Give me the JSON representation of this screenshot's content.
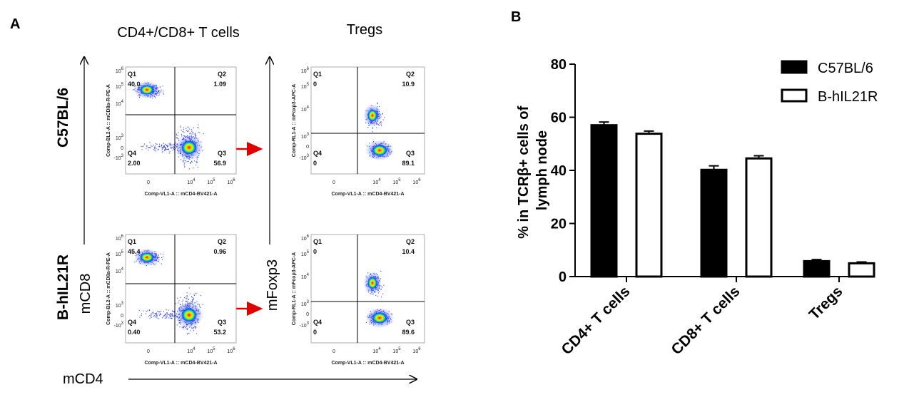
{
  "panel_a": {
    "label": "A",
    "col_titles": [
      "CD4+/CD8+ T cells",
      "Tregs"
    ],
    "row_labels": [
      "C57BL/6",
      "B-hIL21R"
    ],
    "y_axis_left": "mCD8",
    "y_axis_right": "mFoxp3",
    "x_axis": "mCD4",
    "plots": [
      {
        "ylabel": "Comp-BL2-A :: mCD8a-R-PE-A",
        "xlabel": "Comp-VL1-A :: mCD4-BV421-A",
        "quadrants": {
          "Q1": "40.0",
          "Q2": "1.09",
          "Q3": "56.9",
          "Q4": "2.00"
        }
      },
      {
        "ylabel": "Comp-RL1-A :: mFoxp3-APC-A",
        "xlabel": "Comp-VL1-A :: mCD4-BV421-A",
        "quadrants": {
          "Q1": "0",
          "Q2": "10.9",
          "Q3": "89.1",
          "Q4": "0"
        }
      },
      {
        "ylabel": "Comp-BL2-A :: mCD8a-R-PE-A",
        "xlabel": "Comp-VL1-A :: mCD4-BV421-A",
        "quadrants": {
          "Q1": "45.4",
          "Q2": "0.96",
          "Q3": "53.2",
          "Q4": "0.40"
        }
      },
      {
        "ylabel": "Comp-RL1-A :: mFoxp3-APC-A",
        "xlabel": "Comp-VL1-A :: mCD4-BV421-A",
        "quadrants": {
          "Q1": "0",
          "Q2": "10.4",
          "Q3": "89.6",
          "Q4": "0"
        }
      }
    ],
    "x_ticks": [
      "0",
      "4",
      "5",
      "6"
    ],
    "y_ticks": [
      "6",
      "5",
      "4",
      "3",
      "0",
      "3"
    ]
  },
  "chart_data": {
    "type": "bar",
    "panel_label": "B",
    "categories": [
      "CD4+ T cells",
      "CD8+ T cells",
      "Tregs"
    ],
    "series": [
      {
        "name": "C57BL/6",
        "values": [
          57,
          40.2,
          5.8
        ],
        "errors": [
          1.2,
          1.5,
          0.6
        ],
        "color": "#000000"
      },
      {
        "name": "B-hIL21R",
        "values": [
          53.8,
          44.5,
          5.0
        ],
        "errors": [
          1.0,
          1.0,
          0.5
        ],
        "color": "#ffffff"
      }
    ],
    "ylabel": "% in TCRβ+ cells of lymph node",
    "ylim": [
      0,
      80
    ],
    "yticks": [
      0,
      20,
      40,
      60,
      80
    ],
    "legend": "top-right"
  }
}
